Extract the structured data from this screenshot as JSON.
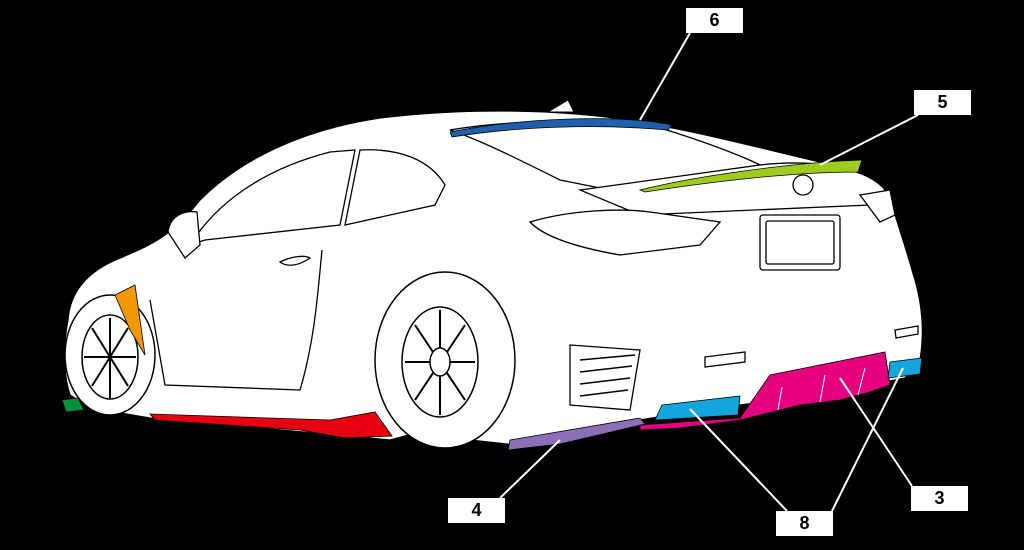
{
  "labels": {
    "part_6": "6",
    "part_5": "5",
    "part_4": "4",
    "part_8": "8",
    "part_3": "3"
  },
  "colors": {
    "roof_spoiler": "#1e5fae",
    "trunk_spoiler": "#9ecb1e",
    "side_diffuser": "#8c6fb5",
    "rear_diffuser": "#e5007f",
    "exhaust_tips": "#12a6dc",
    "side_skirt": "#e60012",
    "fender_duct": "#f39800",
    "front_lip": "#00913a"
  }
}
